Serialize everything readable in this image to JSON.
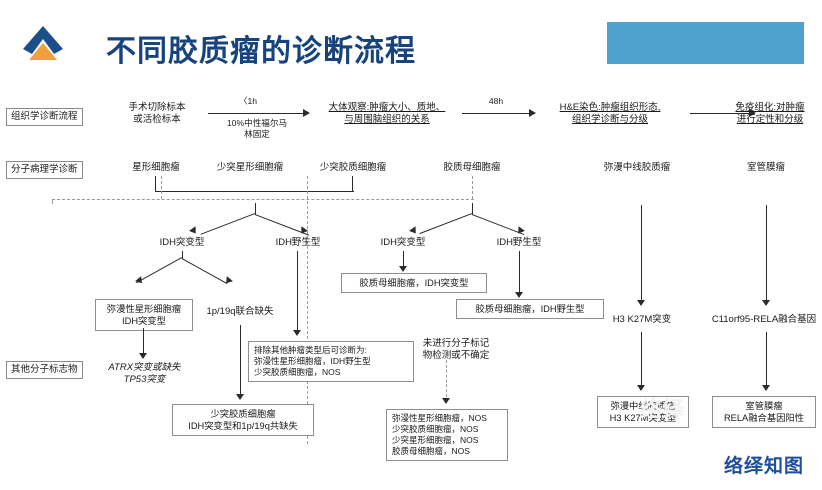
{
  "header": {
    "title": "不同胶质瘤的诊断流程",
    "logo_name": "company-logo",
    "accent_blue": "#18447e",
    "banner_color": "#4da3cd"
  },
  "row_labels": [
    {
      "key": "histology",
      "text": "组织学诊断流程"
    },
    {
      "key": "molecular",
      "text": "分子病理学诊断"
    },
    {
      "key": "markers",
      "text": "其他分子标志物"
    }
  ],
  "histology_flow": {
    "steps": [
      {
        "text": "手术切除标本\n或活检标本",
        "underline": false
      },
      {
        "text": "大体观察:肿瘤大小、质地、\n与周围脑组织的关系",
        "underline": true
      },
      {
        "text": "H&E染色:肿瘤组织形态,\n组织学诊断与分级",
        "underline": true
      },
      {
        "text": "免疫组化:对肿瘤\n进行定性和分级",
        "underline": true
      }
    ],
    "arrow_labels": [
      {
        "above": "〈1h",
        "below": "10%中性福尔马\n林固定"
      },
      {
        "above": "48h",
        "below": ""
      },
      {
        "above": "",
        "below": ""
      }
    ]
  },
  "molecular_row": [
    {
      "text": "星形细胞瘤"
    },
    {
      "text": "少突星形细胞瘤"
    },
    {
      "text": "少突胶质细胞瘤"
    },
    {
      "text": "胶质母细胞瘤"
    },
    {
      "text": "弥漫中线胶质瘤"
    },
    {
      "text": "室管膜瘤"
    }
  ],
  "idh_row": [
    {
      "text": "IDH突变型"
    },
    {
      "text": "IDH野生型"
    },
    {
      "text": "IDH突变型"
    },
    {
      "text": "IDH野生型"
    }
  ],
  "boxes": {
    "diffuse_astro_idh_mut": "弥漫性星形细胞瘤\nIDH突变型",
    "gbm_idh_mut": "胶质母细胞瘤，IDH突变型",
    "gbm_idh_wt": "胶质母细胞瘤，IDH野生型",
    "exclusion": "排除其他肿瘤类型后可诊断为:\n弥漫性星形细胞瘤，IDH野生型\n少突胶质细胞瘤，NOS",
    "oligo_codel": "少突胶质细胞瘤\nIDH突变型和1p/19q共缺失",
    "nos_list": "弥漫性星形细胞瘤，NOS\n少突胶质细胞瘤，NOS\n少突星形细胞瘤，NOS\n胶质母细胞瘤，NOS",
    "dmg_h3k27m": "弥漫中线胶质瘤\nH3 K27M突变型",
    "ependymoma_rela": "室管膜瘤\nRELA融合基因阳性"
  },
  "markers": {
    "atrx_tp53": "ATRX突变或缺失\nTP53突变",
    "codel_1p19q": "1p/19q联合缺失",
    "no_molecular_test": "未进行分子标记\n物检测或不确定",
    "h3_k27m": "H3 K27M突变",
    "c11orf95_rela": "C11orf95-RELA融合基因"
  },
  "watermark": {
    "text": "络绎知图",
    "color": "#1f4e9c"
  }
}
